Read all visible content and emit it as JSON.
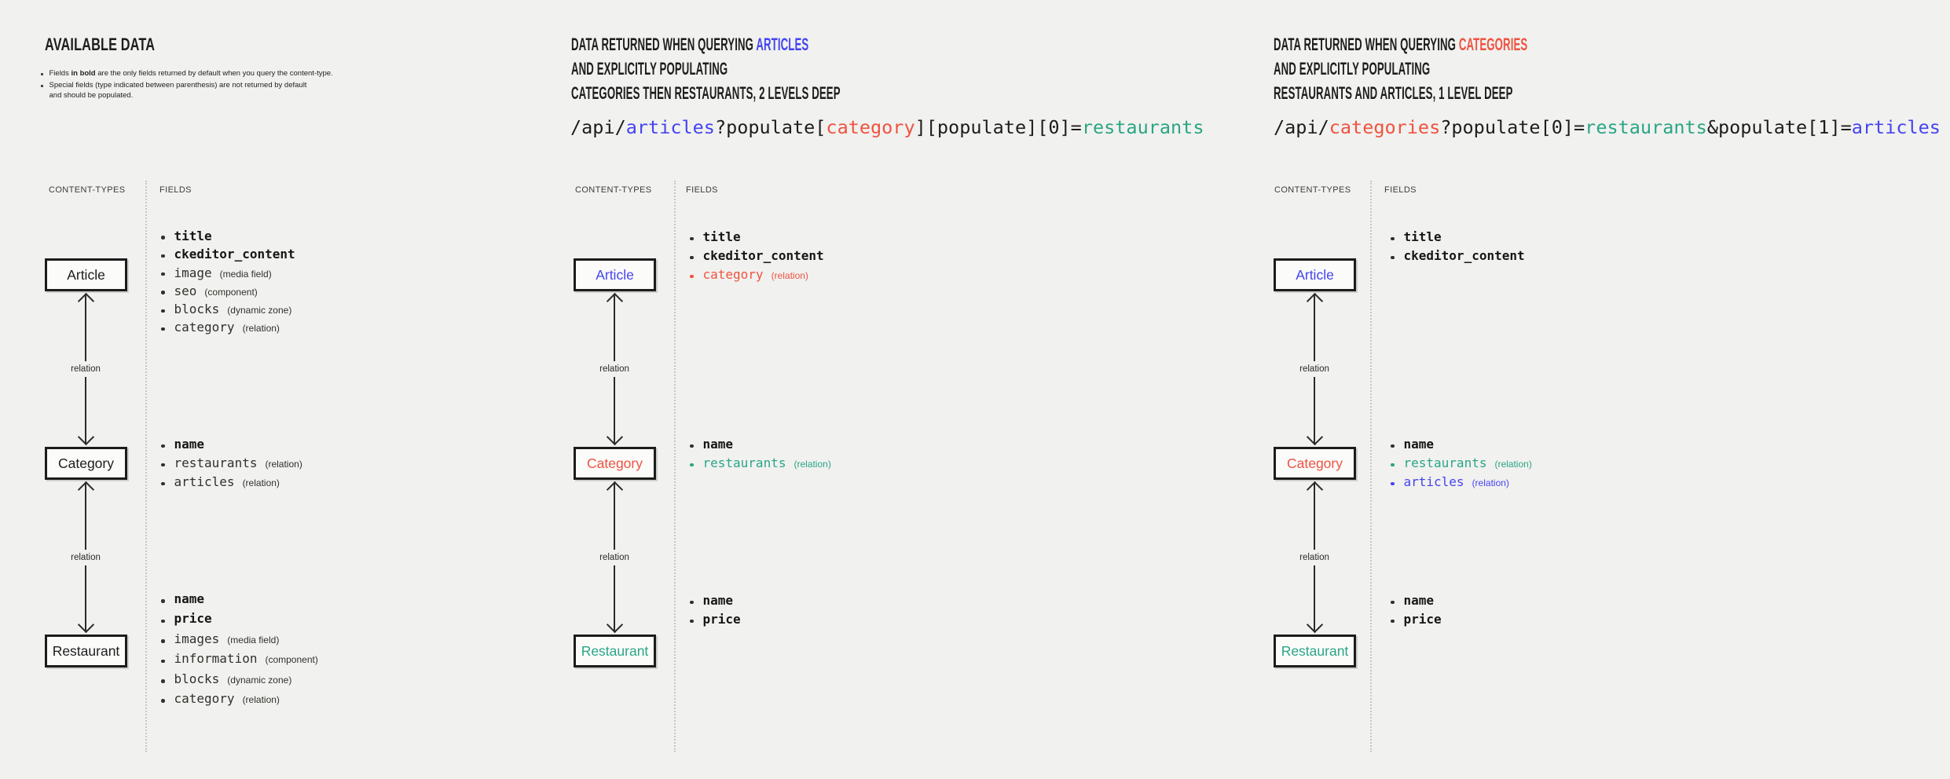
{
  "colors": {
    "ink": "#1d1d1d",
    "blue": "#4444f0",
    "red": "#ee5340",
    "teal": "#2aa585",
    "background": "#f1f1ef"
  },
  "relation_label": "relation",
  "column_headers": {
    "types": "CONTENT-TYPES",
    "fields": "FIELDS"
  },
  "boxes": {
    "article": "Article",
    "category": "Category",
    "restaurant": "Restaurant"
  },
  "left_panel": {
    "title": "AVAILABLE DATA",
    "note1_pre": "Fields ",
    "note1_bold": "in bold",
    "note1_post": " are the only fields returned by default when you query the content-type.",
    "note2_line1": "Special fields (type indicated between parenthesis) are not returned by default",
    "note2_line2": "and should be populated."
  },
  "middle_panel": {
    "title_line1_pre": "DATA RETURNED WHEN QUERYING ",
    "title_line1_accent": "ARTICLES",
    "title_line2": "AND EXPLICITLY POPULATING",
    "title_line3": "CATEGORIES THEN RESTAURANTS, 2 LEVELS DEEP",
    "code": [
      "/api/",
      "articles",
      "?populate[",
      "category",
      "][populate][0]=",
      "restaurants"
    ]
  },
  "right_panel": {
    "title_line1_pre": "DATA RETURNED WHEN QUERYING ",
    "title_line1_accent": "CATEGORIES",
    "title_line2": "AND EXPLICITLY POPULATING",
    "title_line3": "RESTAURANTS AND ARTICLES, 1 LEVEL DEEP",
    "code": [
      "/api/",
      "categories",
      "?populate[0]=",
      "restaurants",
      "&populate[1]=",
      "articles"
    ]
  },
  "diagram1": {
    "article_fields": [
      {
        "name": "title"
      },
      {
        "name": "ckeditor_content"
      },
      {
        "name": "image",
        "type": "(media field)"
      },
      {
        "name": "seo",
        "type": "(component)"
      },
      {
        "name": "blocks",
        "type": "(dynamic zone)"
      },
      {
        "name": "category",
        "type": "(relation)"
      }
    ],
    "category_fields": [
      {
        "name": "name"
      },
      {
        "name": "restaurants",
        "type": "(relation)"
      },
      {
        "name": "articles",
        "type": "(relation)"
      }
    ],
    "restaurant_fields": [
      {
        "name": "name"
      },
      {
        "name": "price"
      },
      {
        "name": "images",
        "type": "(media field)"
      },
      {
        "name": "information",
        "type": "(component)"
      },
      {
        "name": "blocks",
        "type": "(dynamic zone)"
      },
      {
        "name": "category",
        "type": "(relation)"
      }
    ]
  },
  "diagram2": {
    "article_fields": [
      {
        "name": "title"
      },
      {
        "name": "ckeditor_content"
      },
      {
        "name": "category",
        "type": "(relation)"
      }
    ],
    "category_fields": [
      {
        "name": "name"
      },
      {
        "name": "restaurants",
        "type": "(relation)"
      }
    ],
    "restaurant_fields": [
      {
        "name": "name"
      },
      {
        "name": "price"
      }
    ]
  },
  "diagram3": {
    "article_fields": [
      {
        "name": "title"
      },
      {
        "name": "ckeditor_content"
      }
    ],
    "category_fields": [
      {
        "name": "name"
      },
      {
        "name": "restaurants",
        "type": "(relation)"
      },
      {
        "name": "articles",
        "type": "(relation)"
      }
    ],
    "restaurant_fields": [
      {
        "name": "name"
      },
      {
        "name": "price"
      }
    ]
  }
}
